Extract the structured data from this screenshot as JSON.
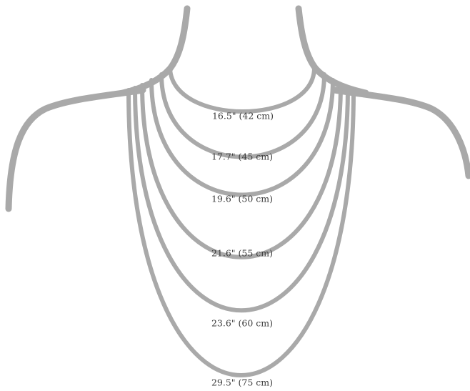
{
  "colors": {
    "stroke": "#a9a9a9",
    "label": "#3d3d3d",
    "background": "#ffffff"
  },
  "necklaces": [
    {
      "label": "16.5\" (42 cm)"
    },
    {
      "label": "17.7\" (45 cm)"
    },
    {
      "label": "19.6\" (50 cm)"
    },
    {
      "label": "21.6\" (55 cm)"
    },
    {
      "label": "23.6\" (60 cm)"
    },
    {
      "label": "29.5\" (75 cm)"
    }
  ]
}
